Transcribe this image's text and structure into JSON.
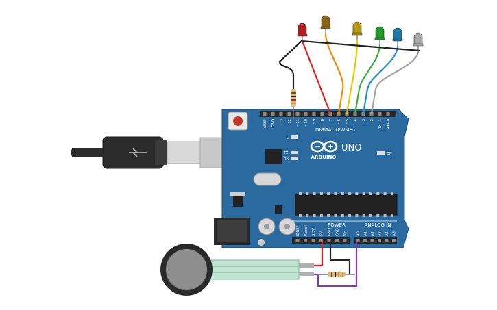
{
  "board": {
    "model": "UNO",
    "brand": "ARDUINO",
    "digital_label": "DIGITAL (PWM~)",
    "power_label": "POWER",
    "analog_label": "ANALOG IN",
    "on_label": "ON",
    "l_label": "L",
    "tx_label": "TX",
    "rx_label": "RX",
    "digital_pins": [
      "AREF",
      "GND",
      "13",
      "12",
      "~11",
      "~10",
      "~9",
      "8",
      "7",
      "~6",
      "~5",
      "4",
      "~3",
      "2",
      "TX→1",
      "RX←0"
    ],
    "power_pins": [
      "IOREF",
      "RESET",
      "3.3V",
      "5V",
      "GND",
      "GND",
      "Vin"
    ],
    "analog_pins": [
      "A0",
      "A1",
      "A2",
      "A3",
      "A4",
      "A5"
    ],
    "colors": {
      "board": "#2b6a9e",
      "header": "#2a2a2a"
    }
  },
  "leds": [
    {
      "color": "#b01e1e",
      "pin": "7"
    },
    {
      "color": "#8a6414",
      "pin": "~6"
    },
    {
      "color": "#b49a14",
      "pin": "~5"
    },
    {
      "color": "#229a2a",
      "pin": "4"
    },
    {
      "color": "#1e7aa8",
      "pin": "~3"
    },
    {
      "color": "#a8a8a8",
      "pin": "2"
    }
  ],
  "wires": {
    "red": "#e02020",
    "orange": "#f08a00",
    "yellow": "#e8c800",
    "green": "#3ab03a",
    "blue": "#1e90d0",
    "gray": "#a0a0a0",
    "black": "#222222",
    "purple": "#7a3ea8"
  }
}
